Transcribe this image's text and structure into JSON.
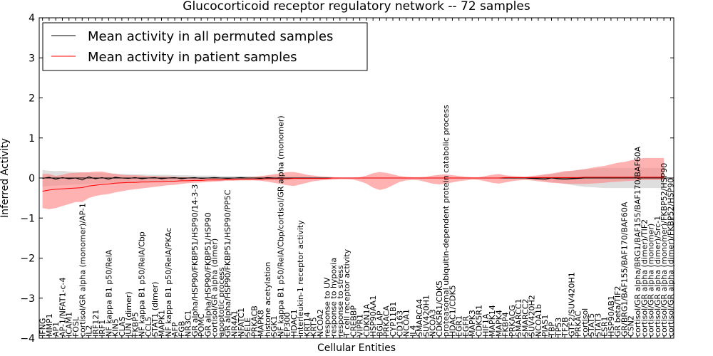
{
  "chart_data": {
    "type": "line",
    "title": "Glucocorticoid receptor regulatory network -- 72 samples",
    "xlabel": "Cellular Entities",
    "ylabel": "Inferred Activity",
    "ylim": [
      -4,
      4
    ],
    "yticks": [
      "−4",
      "−3",
      "−2",
      "−1",
      "0",
      "1",
      "2",
      "3",
      "4"
    ],
    "ytick_values": [
      -4,
      -3,
      -2,
      -1,
      0,
      1,
      2,
      3,
      4
    ],
    "grid": false,
    "legend_position": "top-left",
    "zero_line": true,
    "colors": {
      "permuted": "#000000",
      "patient": "#ff0000",
      "permuted_band": "#c8c8c8",
      "patient_band": "#ff7f7f"
    },
    "categories": [
      "IFNG",
      "MMP1",
      "AP1",
      "AP-1/NFAT1-c-4",
      "ICAM1",
      "FOSL",
      "cortisol/GR alpha (monomer)/AP-1",
      "IL2",
      "IRF121",
      "IRF1",
      "NF kappa B1 p50/RelA",
      "KIN5",
      "CLAS",
      "JUN (dimer)",
      "FKBP5",
      "NF kappa B1 p50/RelA/Cbp",
      "CCL5",
      "STAT1 (dimer)",
      "MAPK1",
      "NF kappa B1 p50/RelA/PKAc",
      "AFP",
      "FGB",
      "NR3C1",
      "GR alpha/HSP90/FKBP51/HSP90/14-3-3",
      "POMC",
      "GR alpha/HSP90/FKBP51/HSP90",
      "cortisol/GR alpha (dimer)",
      "apoptotic process",
      "GR alpha/HSP90/FKBP51/HSP90/PP5C",
      "NR4A1",
      "NFATC1",
      "SELE",
      "PRKACB",
      "MAPK8",
      "histone acetylation",
      "SGK1",
      "NF kappa B1 p50/RelA/Cbp/cortisol/GR alpha (monomer)",
      "EP300",
      "HDAC1",
      "interleukin-1 receptor activity",
      "KRT14",
      "KRT5",
      "NCOA2",
      "response to UV",
      "response to hypoxia",
      "response to stress",
      "T cell receptor activity",
      "CREBBP",
      "VIPR1",
      "CDKN1A",
      "HSP90AA1",
      "BGLAP",
      "PRKACA",
      "CYP11B1",
      "CD163",
      "NCOA1",
      "IL4",
      "SMARCA4",
      "SUV420H1",
      "NCOA3",
      "CDK5R1/CDK5",
      "proteasomal ubiquitin-dependent protein catabolic process",
      "HDAC1/CDK5",
      "EGR1",
      "EGFR",
      "MAPK3",
      "CDK5R1",
      "HIF1A",
      "MAPK14",
      "MAPK4",
      "FKBP4",
      "PRKACG",
      "SMARCC1",
      "SMARCC2",
      "SUV420H2",
      "NCOA1b",
      "PIAS1",
      "TBP",
      "TP53",
      "TF2B",
      "GTF2/SUV420H1",
      "PRKAC",
      "cortisol",
      "STAT5",
      "STAT3",
      "ESR1",
      "HSP90AB1",
      "GR beta/TIF2",
      "GR/BRG1/BAF155/BAF170/BAF60A",
      "CSN2",
      "cortisol/GR alpha/BRG1/BAF155/BAF170/BAF60A",
      "cortisol/GR alpha (dimer)/TIF2",
      "cortisol/GR alpha (monomer)",
      "cortisol/GR alpha (dimer)/Src-1",
      "cortisol/GR alpha (monomer)/FKBP52/HSP90",
      "cortisol/GR alpha (dimer)/FKBP52/HSP90"
    ],
    "series": [
      {
        "name": "Mean activity in all permuted samples",
        "values": [
          -0.01,
          0.02,
          -0.03,
          0.01,
          -0.02,
          0.0,
          -0.05,
          0.03,
          -0.02,
          0.01,
          -0.03,
          0.02,
          0.0,
          -0.01,
          0.01,
          -0.02,
          0.0,
          0.01,
          -0.02,
          0.0,
          0.01,
          -0.02,
          0.0,
          0.01,
          -0.01,
          0.0,
          0.01,
          0.0,
          -0.01,
          0.0,
          0.01,
          0.0,
          0.0,
          -0.01,
          0.01,
          0.0,
          0.0,
          0.0,
          0.0,
          0.0,
          0.0,
          0.0,
          0.0,
          0.0,
          0.0,
          0.0,
          0.0,
          0.0,
          0.0,
          0.0,
          0.0,
          0.0,
          0.0,
          0.0,
          0.0,
          0.0,
          0.0,
          0.0,
          0.0,
          0.0,
          0.0,
          0.0,
          0.0,
          0.0,
          0.0,
          0.0,
          0.0,
          0.0,
          0.0,
          0.0,
          0.0,
          0.0,
          0.0,
          0.0,
          -0.01,
          -0.02,
          -0.03,
          0.0,
          -0.02,
          -0.03,
          -0.02,
          -0.01,
          0.0,
          0.0,
          0.0,
          0.0,
          0.0,
          0.0,
          0.0,
          0.0,
          0.0,
          0.0,
          0.0,
          0.0,
          0.0
        ],
        "upper": [
          0.2,
          0.18,
          0.17,
          0.18,
          0.16,
          0.15,
          0.14,
          0.14,
          0.12,
          0.12,
          0.11,
          0.11,
          0.1,
          0.1,
          0.09,
          0.09,
          0.08,
          0.08,
          0.08,
          0.08,
          0.07,
          0.07,
          0.07,
          0.06,
          0.06,
          0.06,
          0.06,
          0.05,
          0.05,
          0.05,
          0.05,
          0.05,
          0.04,
          0.04,
          0.04,
          0.04,
          0.03,
          0.03,
          0.03,
          0.03,
          0.02,
          0.02,
          0.02,
          0.02,
          0.02,
          0.02,
          0.02,
          0.02,
          0.02,
          0.02,
          0.02,
          0.02,
          0.02,
          0.02,
          0.02,
          0.02,
          0.02,
          0.02,
          0.02,
          0.02,
          0.02,
          0.02,
          0.02,
          0.02,
          0.02,
          0.02,
          0.02,
          0.02,
          0.02,
          0.02,
          0.02,
          0.02,
          0.02,
          0.02,
          0.03,
          0.05,
          0.08,
          0.1,
          0.12,
          0.15,
          0.17,
          0.2,
          0.22,
          0.23,
          0.24,
          0.25,
          0.25,
          0.25,
          0.25,
          0.25,
          0.25,
          0.25,
          0.25,
          0.25,
          0.25
        ],
        "lower": [
          -0.22,
          -0.2,
          -0.19,
          -0.18,
          -0.17,
          -0.16,
          -0.16,
          -0.15,
          -0.14,
          -0.13,
          -0.12,
          -0.12,
          -0.11,
          -0.11,
          -0.1,
          -0.1,
          -0.09,
          -0.09,
          -0.09,
          -0.08,
          -0.08,
          -0.08,
          -0.07,
          -0.07,
          -0.07,
          -0.06,
          -0.06,
          -0.06,
          -0.05,
          -0.05,
          -0.05,
          -0.05,
          -0.04,
          -0.04,
          -0.04,
          -0.04,
          -0.03,
          -0.03,
          -0.03,
          -0.03,
          -0.02,
          -0.02,
          -0.02,
          -0.02,
          -0.02,
          -0.02,
          -0.02,
          -0.02,
          -0.02,
          -0.02,
          -0.02,
          -0.02,
          -0.02,
          -0.02,
          -0.02,
          -0.02,
          -0.02,
          -0.02,
          -0.02,
          -0.02,
          -0.02,
          -0.02,
          -0.02,
          -0.02,
          -0.02,
          -0.02,
          -0.02,
          -0.02,
          -0.02,
          -0.02,
          -0.02,
          -0.02,
          -0.02,
          -0.02,
          -0.03,
          -0.05,
          -0.08,
          -0.1,
          -0.12,
          -0.15,
          -0.17,
          -0.2,
          -0.22,
          -0.23,
          -0.24,
          -0.25,
          -0.25,
          -0.25,
          -0.25,
          -0.25,
          -0.25,
          -0.25,
          -0.25,
          -0.25,
          -0.25
        ]
      },
      {
        "name": "Mean activity in patient samples",
        "values": [
          -0.33,
          -0.3,
          -0.28,
          -0.27,
          -0.26,
          -0.25,
          -0.24,
          -0.2,
          -0.18,
          -0.16,
          -0.15,
          -0.13,
          -0.12,
          -0.11,
          -0.11,
          -0.1,
          -0.1,
          -0.09,
          -0.09,
          -0.08,
          -0.08,
          -0.07,
          -0.07,
          -0.06,
          -0.06,
          -0.05,
          -0.05,
          -0.05,
          -0.04,
          -0.04,
          -0.03,
          -0.03,
          -0.03,
          -0.03,
          -0.02,
          -0.02,
          -0.02,
          -0.02,
          -0.01,
          -0.01,
          -0.01,
          -0.01,
          -0.01,
          -0.01,
          0.0,
          0.0,
          0.0,
          0.0,
          0.0,
          0.0,
          0.0,
          0.0,
          0.0,
          0.0,
          0.0,
          0.0,
          0.0,
          0.0,
          0.0,
          0.0,
          0.0,
          0.0,
          0.0,
          0.0,
          0.0,
          0.0,
          0.0,
          0.0,
          0.0,
          0.0,
          0.01,
          0.01,
          0.01,
          0.01,
          0.01,
          0.01,
          0.01,
          0.01,
          0.01,
          0.01,
          0.01,
          0.01,
          0.02,
          0.02,
          0.02,
          0.02,
          0.02,
          0.02,
          0.02,
          0.02,
          0.02,
          0.02,
          0.02,
          0.02,
          0.02
        ],
        "upper": [
          0.1,
          0.1,
          0.05,
          0.08,
          0.12,
          0.13,
          0.14,
          0.14,
          0.16,
          0.16,
          0.13,
          0.1,
          0.08,
          0.07,
          0.07,
          0.06,
          0.05,
          0.05,
          0.04,
          0.04,
          0.03,
          0.02,
          0.02,
          0.01,
          0.01,
          0.0,
          0.0,
          0.0,
          0.0,
          0.0,
          0.0,
          0.02,
          0.03,
          0.05,
          0.07,
          0.09,
          0.12,
          0.15,
          0.15,
          0.12,
          0.08,
          0.06,
          0.04,
          0.03,
          0.02,
          0.01,
          0.01,
          0.01,
          0.02,
          0.06,
          0.12,
          0.15,
          0.13,
          0.09,
          0.05,
          0.03,
          0.02,
          0.02,
          0.03,
          0.06,
          0.08,
          0.09,
          0.07,
          0.05,
          0.03,
          0.02,
          0.02,
          0.05,
          0.08,
          0.1,
          0.07,
          0.05,
          0.04,
          0.03,
          0.05,
          0.07,
          0.09,
          0.11,
          0.14,
          0.17,
          0.18,
          0.2,
          0.22,
          0.25,
          0.28,
          0.3,
          0.34,
          0.38,
          0.4,
          0.44,
          0.47,
          0.5,
          0.5,
          0.5,
          0.5
        ],
        "lower": [
          -0.75,
          -0.78,
          -0.75,
          -0.7,
          -0.65,
          -0.6,
          -0.6,
          -0.5,
          -0.45,
          -0.42,
          -0.4,
          -0.36,
          -0.33,
          -0.3,
          -0.28,
          -0.26,
          -0.24,
          -0.22,
          -0.2,
          -0.18,
          -0.17,
          -0.15,
          -0.13,
          -0.12,
          -0.11,
          -0.1,
          -0.09,
          -0.08,
          -0.07,
          -0.07,
          -0.06,
          -0.06,
          -0.06,
          -0.07,
          -0.09,
          -0.12,
          -0.15,
          -0.18,
          -0.2,
          -0.16,
          -0.12,
          -0.08,
          -0.06,
          -0.05,
          -0.04,
          -0.03,
          -0.03,
          -0.04,
          -0.08,
          -0.14,
          -0.24,
          -0.3,
          -0.26,
          -0.18,
          -0.1,
          -0.06,
          -0.05,
          -0.06,
          -0.1,
          -0.14,
          -0.16,
          -0.14,
          -0.11,
          -0.08,
          -0.06,
          -0.04,
          -0.05,
          -0.08,
          -0.12,
          -0.14,
          -0.11,
          -0.08,
          -0.06,
          -0.05,
          -0.06,
          -0.08,
          -0.1,
          -0.12,
          -0.13,
          -0.14,
          -0.15,
          -0.15,
          -0.15,
          -0.14,
          -0.13,
          -0.12,
          -0.1,
          -0.09,
          -0.08,
          -0.07,
          -0.06,
          -0.05,
          -0.05,
          -0.05,
          -0.05
        ]
      }
    ]
  }
}
